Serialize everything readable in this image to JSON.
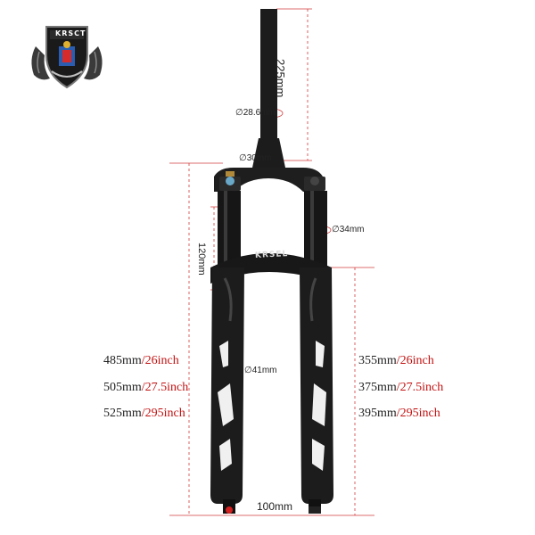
{
  "brand": {
    "logo_text": "KRSCT",
    "fork_crown_text": "KRSEL"
  },
  "dimensions": {
    "steerer_length": "225mm",
    "steerer_diameter_top": "∅28.6mm",
    "steerer_diameter_bottom": "∅30mm",
    "stanchion_diameter": "∅34mm",
    "travel": "120mm",
    "lower_leg_diameter": "∅41mm",
    "hub_spacing": "100mm"
  },
  "axle_to_crown": [
    {
      "mm": "485mm",
      "inch": "26inch"
    },
    {
      "mm": "505mm",
      "inch": "27.5inch"
    },
    {
      "mm": "525mm",
      "inch": "295inch"
    }
  ],
  "crown_to_axle_lower": [
    {
      "mm": "355mm",
      "inch": "26inch"
    },
    {
      "mm": "375mm",
      "inch": "27.5inch"
    },
    {
      "mm": "395mm",
      "inch": "295inch"
    }
  ],
  "colors": {
    "dimension_line": "#d33b3b",
    "inch_text": "#c21010",
    "fork_body": "#1c1c1c",
    "fork_graphic": "#f0f0f0"
  }
}
